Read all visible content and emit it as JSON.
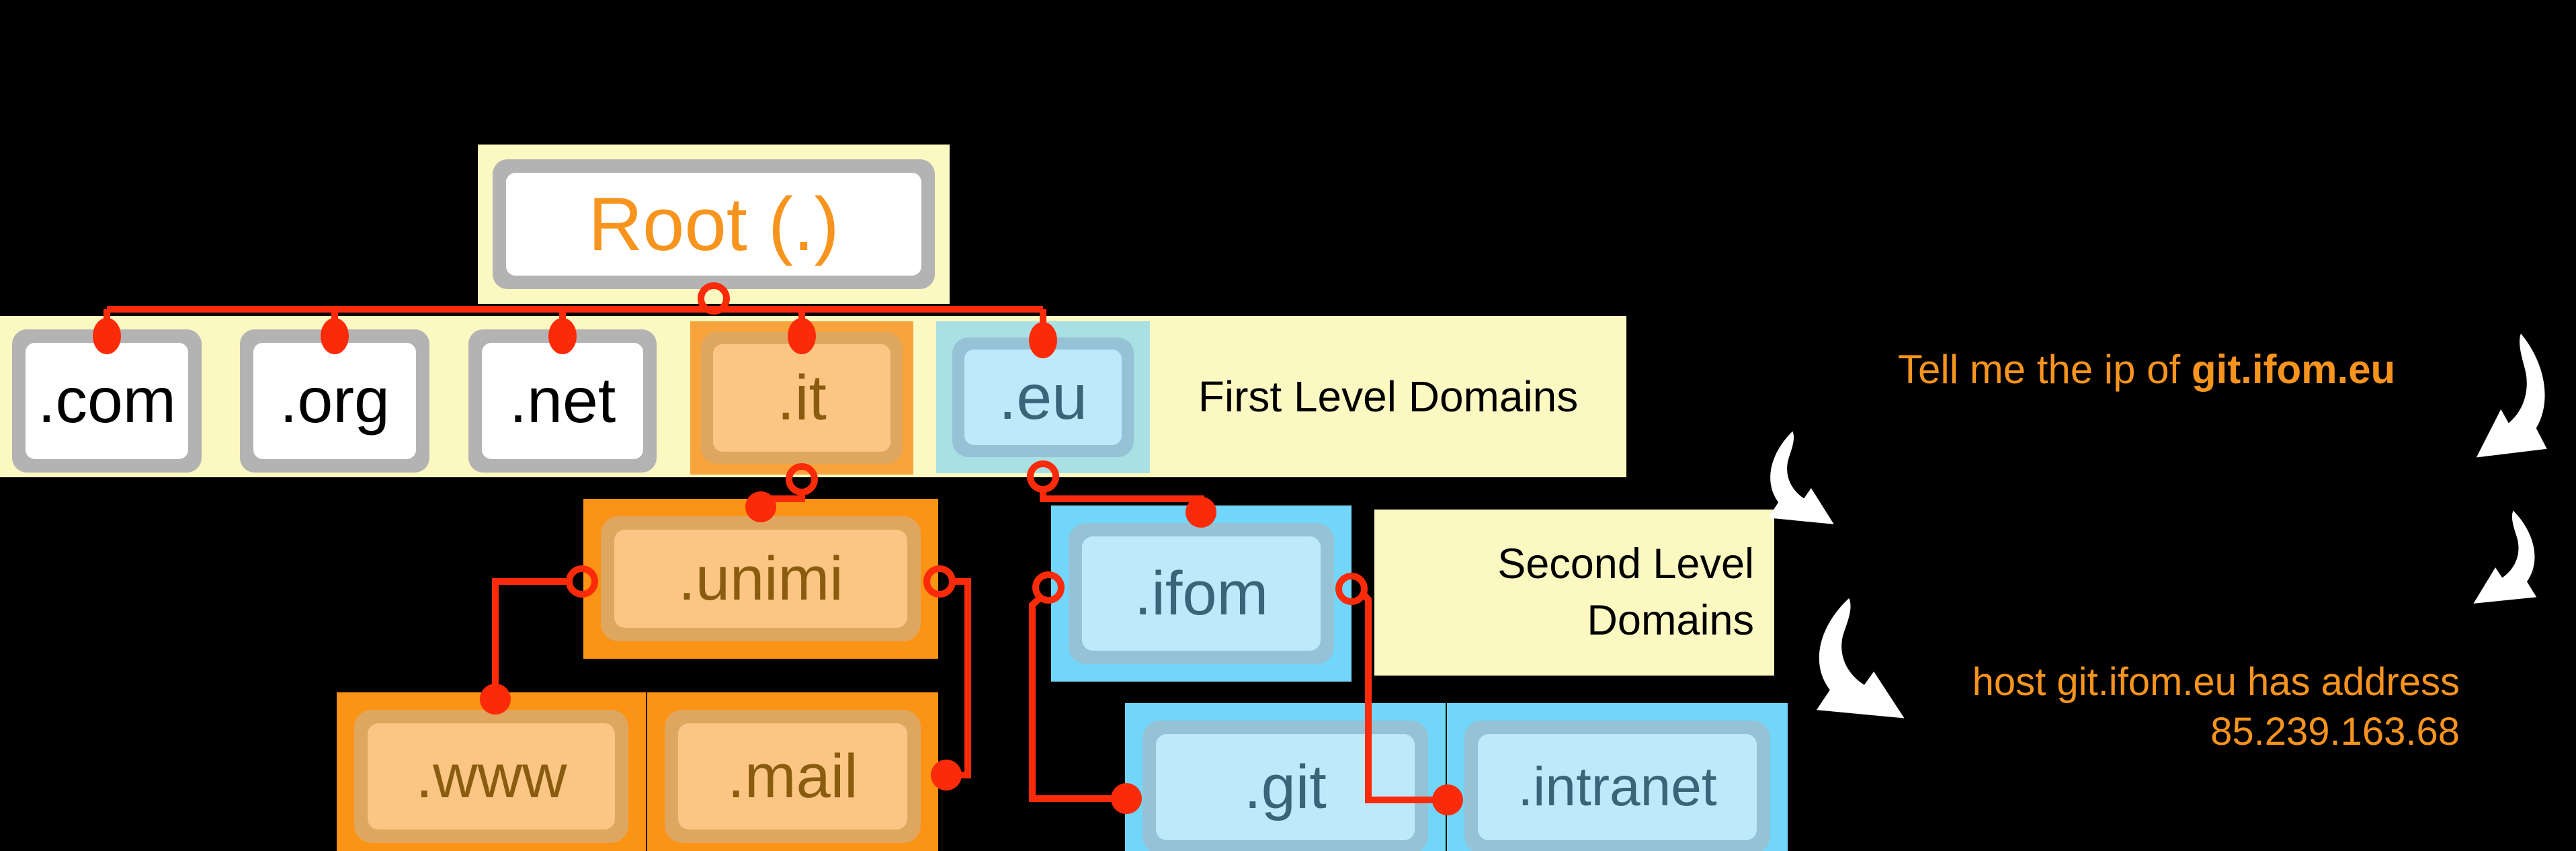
{
  "diagram": {
    "root": {
      "label": "Root (.)"
    },
    "first_level": {
      "caption": "First Level Domains",
      "nodes": [
        ".com",
        ".org",
        ".net",
        ".it",
        ".eu"
      ]
    },
    "second_level": {
      "caption_line1": "Second Level",
      "caption_line2": "Domains",
      "nodes": [
        ".unimi",
        ".ifom"
      ]
    },
    "third_level": {
      "nodes": [
        ".www",
        ".mail",
        ".git",
        ".intranet"
      ]
    }
  },
  "annotations": {
    "query_prefix": "Tell me the ip of ",
    "query_domain": "git.ifom.eu",
    "answer_line1": "host git.ifom.eu has address",
    "answer_line2": "85.239.163.68"
  },
  "colors": {
    "background": "#000000",
    "pale_yellow": "#FBF8C2",
    "gray_frame": "#B3B3B3",
    "orange_accent": "#F7941E",
    "orange_vivid": "#FB9315",
    "orange_light": "#FBC684",
    "tan_border": "#DFA65F",
    "cyan_vivid": "#72D6FA",
    "cyan_pale": "#A9E0E4",
    "blue_border": "#95C2D4",
    "blue_light": "#BEE9FB",
    "brown_text": "#8A5C10",
    "slate_text": "#3A6478",
    "red_connector": "#FB2B09",
    "arrow_white": "#FFFFFF"
  }
}
